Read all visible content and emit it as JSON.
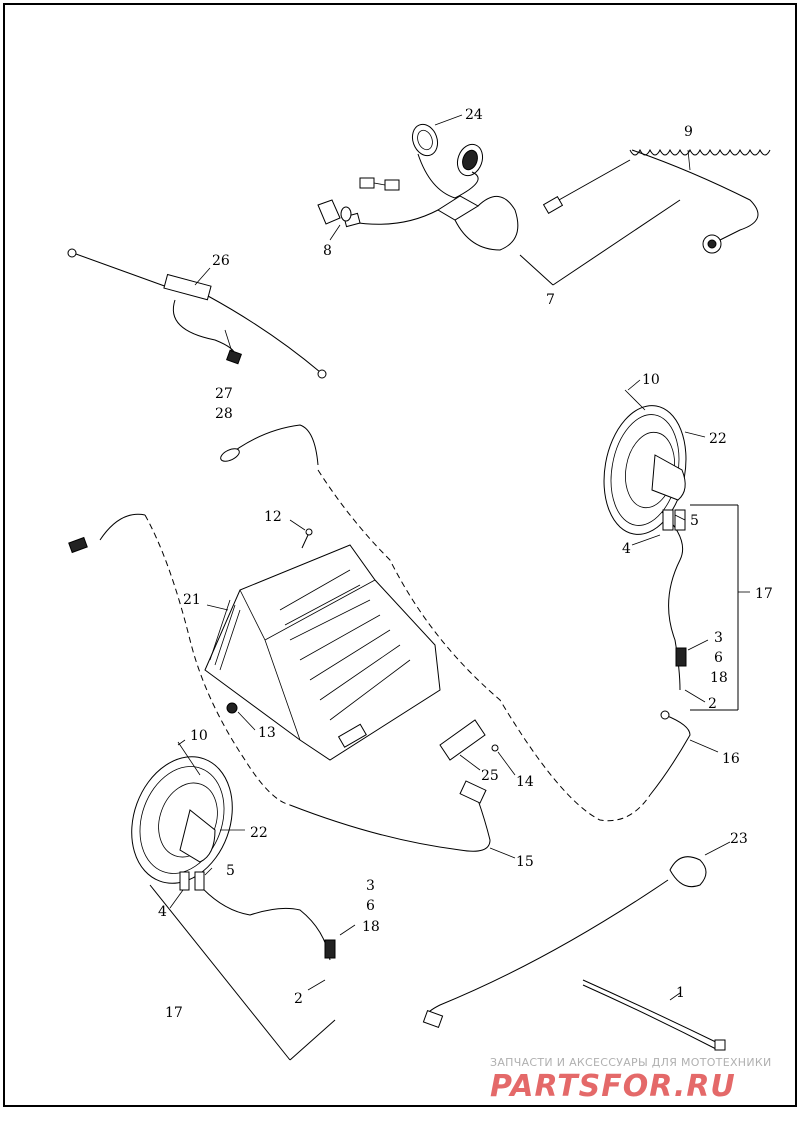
{
  "callouts": {
    "c1": "1",
    "c2a": "2",
    "c2b": "2",
    "c3a": "3",
    "c3b": "3",
    "c4a": "4",
    "c4b": "4",
    "c5a": "5",
    "c5b": "5",
    "c6a": "6",
    "c6b": "6",
    "c7": "7",
    "c8": "8",
    "c9": "9",
    "c10a": "10",
    "c10b": "10",
    "c12": "12",
    "c13": "13",
    "c14": "14",
    "c15": "15",
    "c16": "16",
    "c17a": "17",
    "c17b": "17",
    "c18a": "18",
    "c18b": "18",
    "c21": "21",
    "c22a": "22",
    "c22b": "22",
    "c23": "23",
    "c24": "24",
    "c25": "25",
    "c26": "26",
    "c27": "27",
    "c28": "28"
  },
  "watermark": {
    "tagline": "ЗАПЧАСТИ И АКСЕССУАРЫ ДЛЯ МОТОТЕХНИКИ",
    "logo": "PARTSFOR.RU"
  }
}
